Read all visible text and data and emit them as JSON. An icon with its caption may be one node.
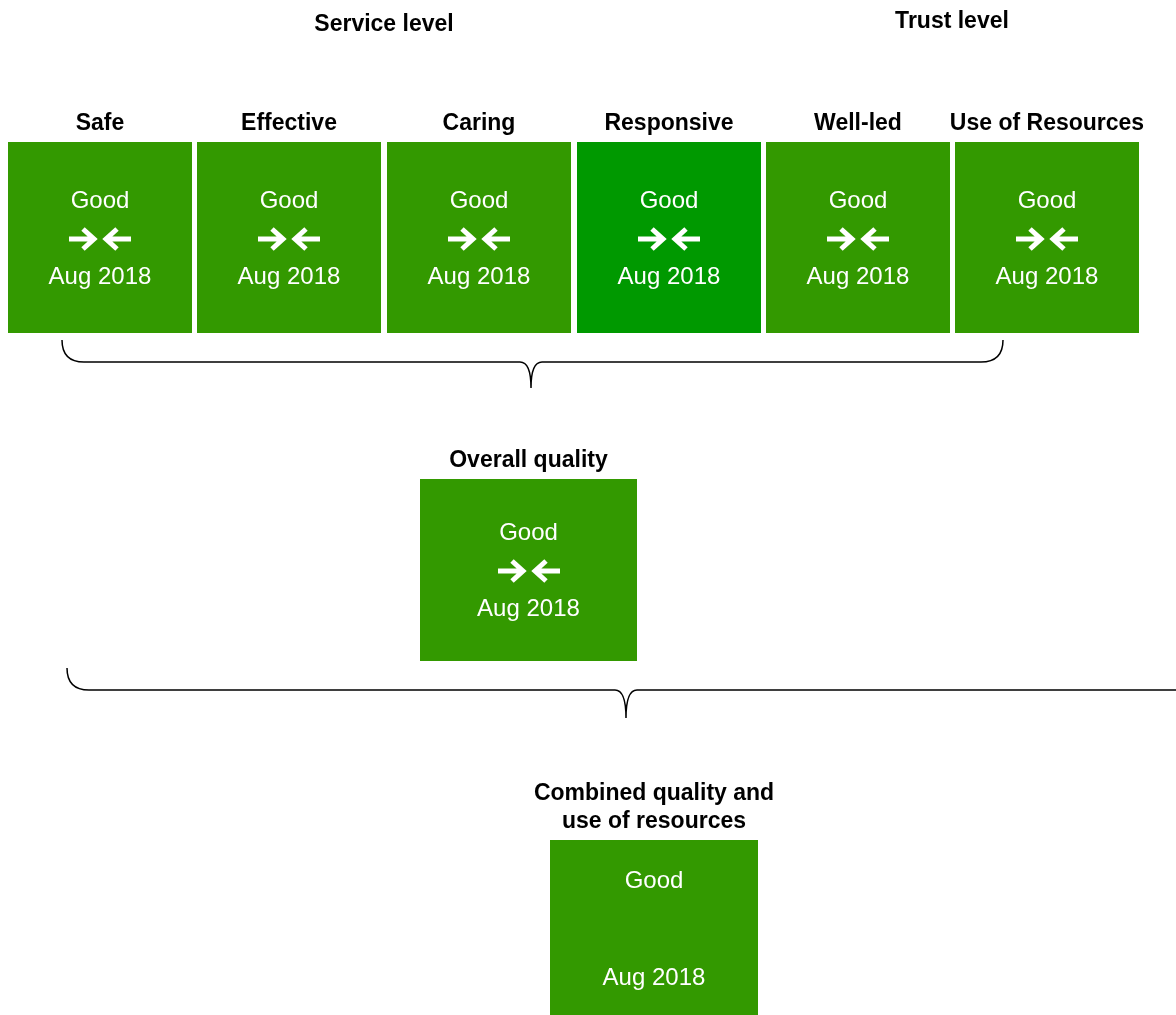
{
  "diagram": {
    "nodes": [
      {
        "text": [
          "Safe",
          "Good",
          "Aug 2018"
        ]
      },
      {
        "text": [
          "Effective",
          "Good",
          "Aug 2018"
        ]
      },
      {
        "text": [
          "Caring",
          "Good",
          "Aug 2018"
        ]
      },
      {
        "text": [
          "Responsive",
          "Good",
          "Aug 2018"
        ]
      },
      {
        "text": [
          "Well-led",
          "Good",
          "Aug 2018"
        ]
      },
      {
        "text": [
          "Use of Resources",
          "Good",
          "Aug 2018"
        ]
      },
      {
        "text": [
          "Overall quality",
          "Good",
          "Aug 2018"
        ]
      },
      {
        "text": [
          "Combined quality and use of resources",
          "Good",
          "Aug 2018"
        ]
      }
    ],
    "edges": [],
    "labels": [
      "Service level",
      "Trust level"
    ]
  }
}
